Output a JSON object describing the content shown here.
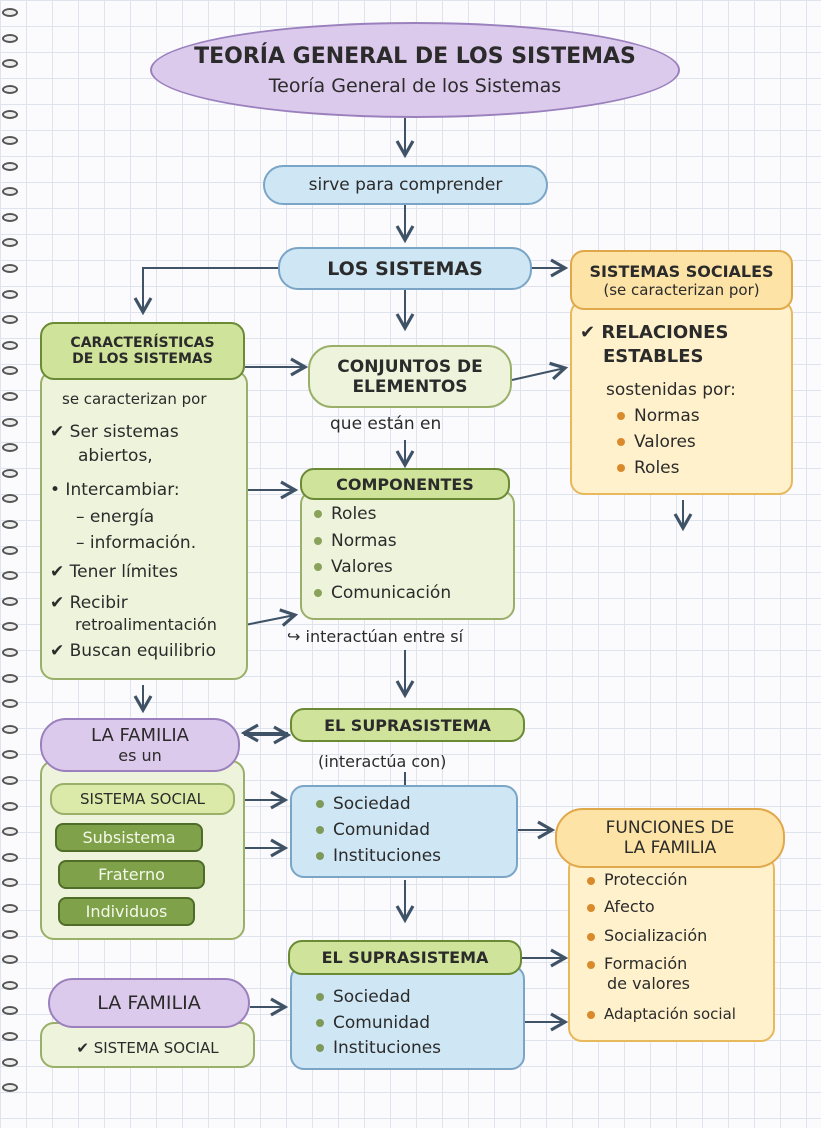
{
  "title": {
    "main": "TEORÍA GENERAL DE LOS SISTEMAS",
    "sub": "Teoría General de los Sistemas"
  },
  "serves": "sirve para comprender",
  "systems": "LOS SISTEMAS",
  "social_systems": {
    "title": "SISTEMAS SOCIALES",
    "subtitle": "(se caracterizan por)",
    "relations": "✔ RELACIONES",
    "relations2": "ESTABLES",
    "sustained": "sostenidas por:",
    "items": [
      "Normas",
      "Valores",
      "Roles"
    ]
  },
  "characteristics": {
    "title1": "CARACTERÍSTICAS",
    "title2": "DE LOS SISTEMAS",
    "intro": "se caracterizan por",
    "items": [
      "✔ Ser sistemas",
      "abiertos,",
      "• Intercambiar:",
      "– energía",
      "– información.",
      "✔ Tener límites",
      "✔ Recibir",
      "retroalimentación",
      "✔ Buscan equilibrio"
    ]
  },
  "sets": {
    "line1": "CONJUNTOS DE",
    "line2": "ELEMENTOS"
  },
  "are_in": "que están en",
  "components": {
    "title": "COMPONENTES",
    "items": [
      "Roles",
      "Normas",
      "Valores",
      "Comunicación"
    ]
  },
  "interact": "↪ interactúan entre sí",
  "family1": {
    "title": "LA FAMILIA",
    "sub": "es un",
    "social": "SISTEMA SOCIAL",
    "subs": [
      "Subsistema",
      "Fraterno",
      "Individuos"
    ]
  },
  "supra1": {
    "title": "EL SUPRASISTEMA",
    "note": "(interactúa con)",
    "items": [
      "Sociedad",
      "Comunidad",
      "Instituciones"
    ]
  },
  "functions": {
    "title1": "FUNCIONES DE",
    "title2": "LA FAMILIA",
    "items": [
      "Protección",
      "Afecto",
      "Socialización",
      "Formación",
      "de valores",
      "Adaptación social"
    ]
  },
  "supra2": {
    "title": "EL SUPRASISTEMA",
    "items": [
      "Sociedad",
      "Comunidad",
      "Instituciones"
    ]
  },
  "family2": {
    "title": "LA FAMILIA",
    "social": "✔ SISTEMA SOCIAL"
  }
}
